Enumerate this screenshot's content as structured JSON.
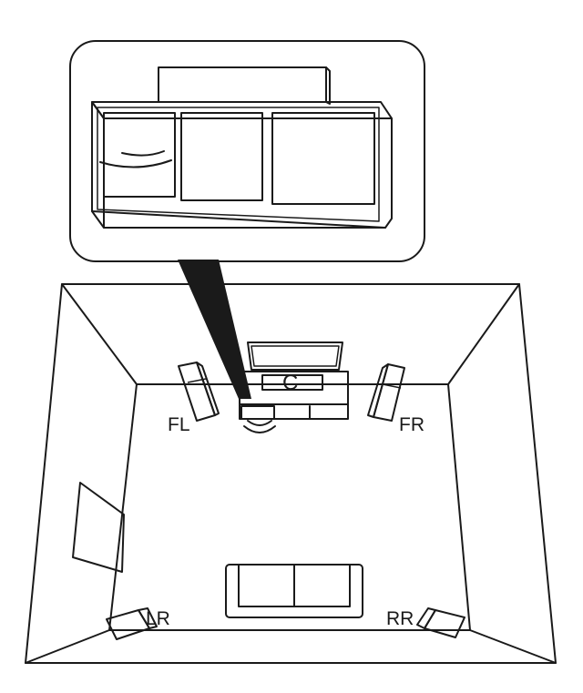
{
  "labels": {
    "center": "C",
    "front_left": "FL",
    "front_right": "FR",
    "rear_left": "LR",
    "rear_right": "RR"
  },
  "colors": {
    "line": "#1a1a1a",
    "highlight": "#7a7a7a",
    "background": "#ffffff"
  }
}
